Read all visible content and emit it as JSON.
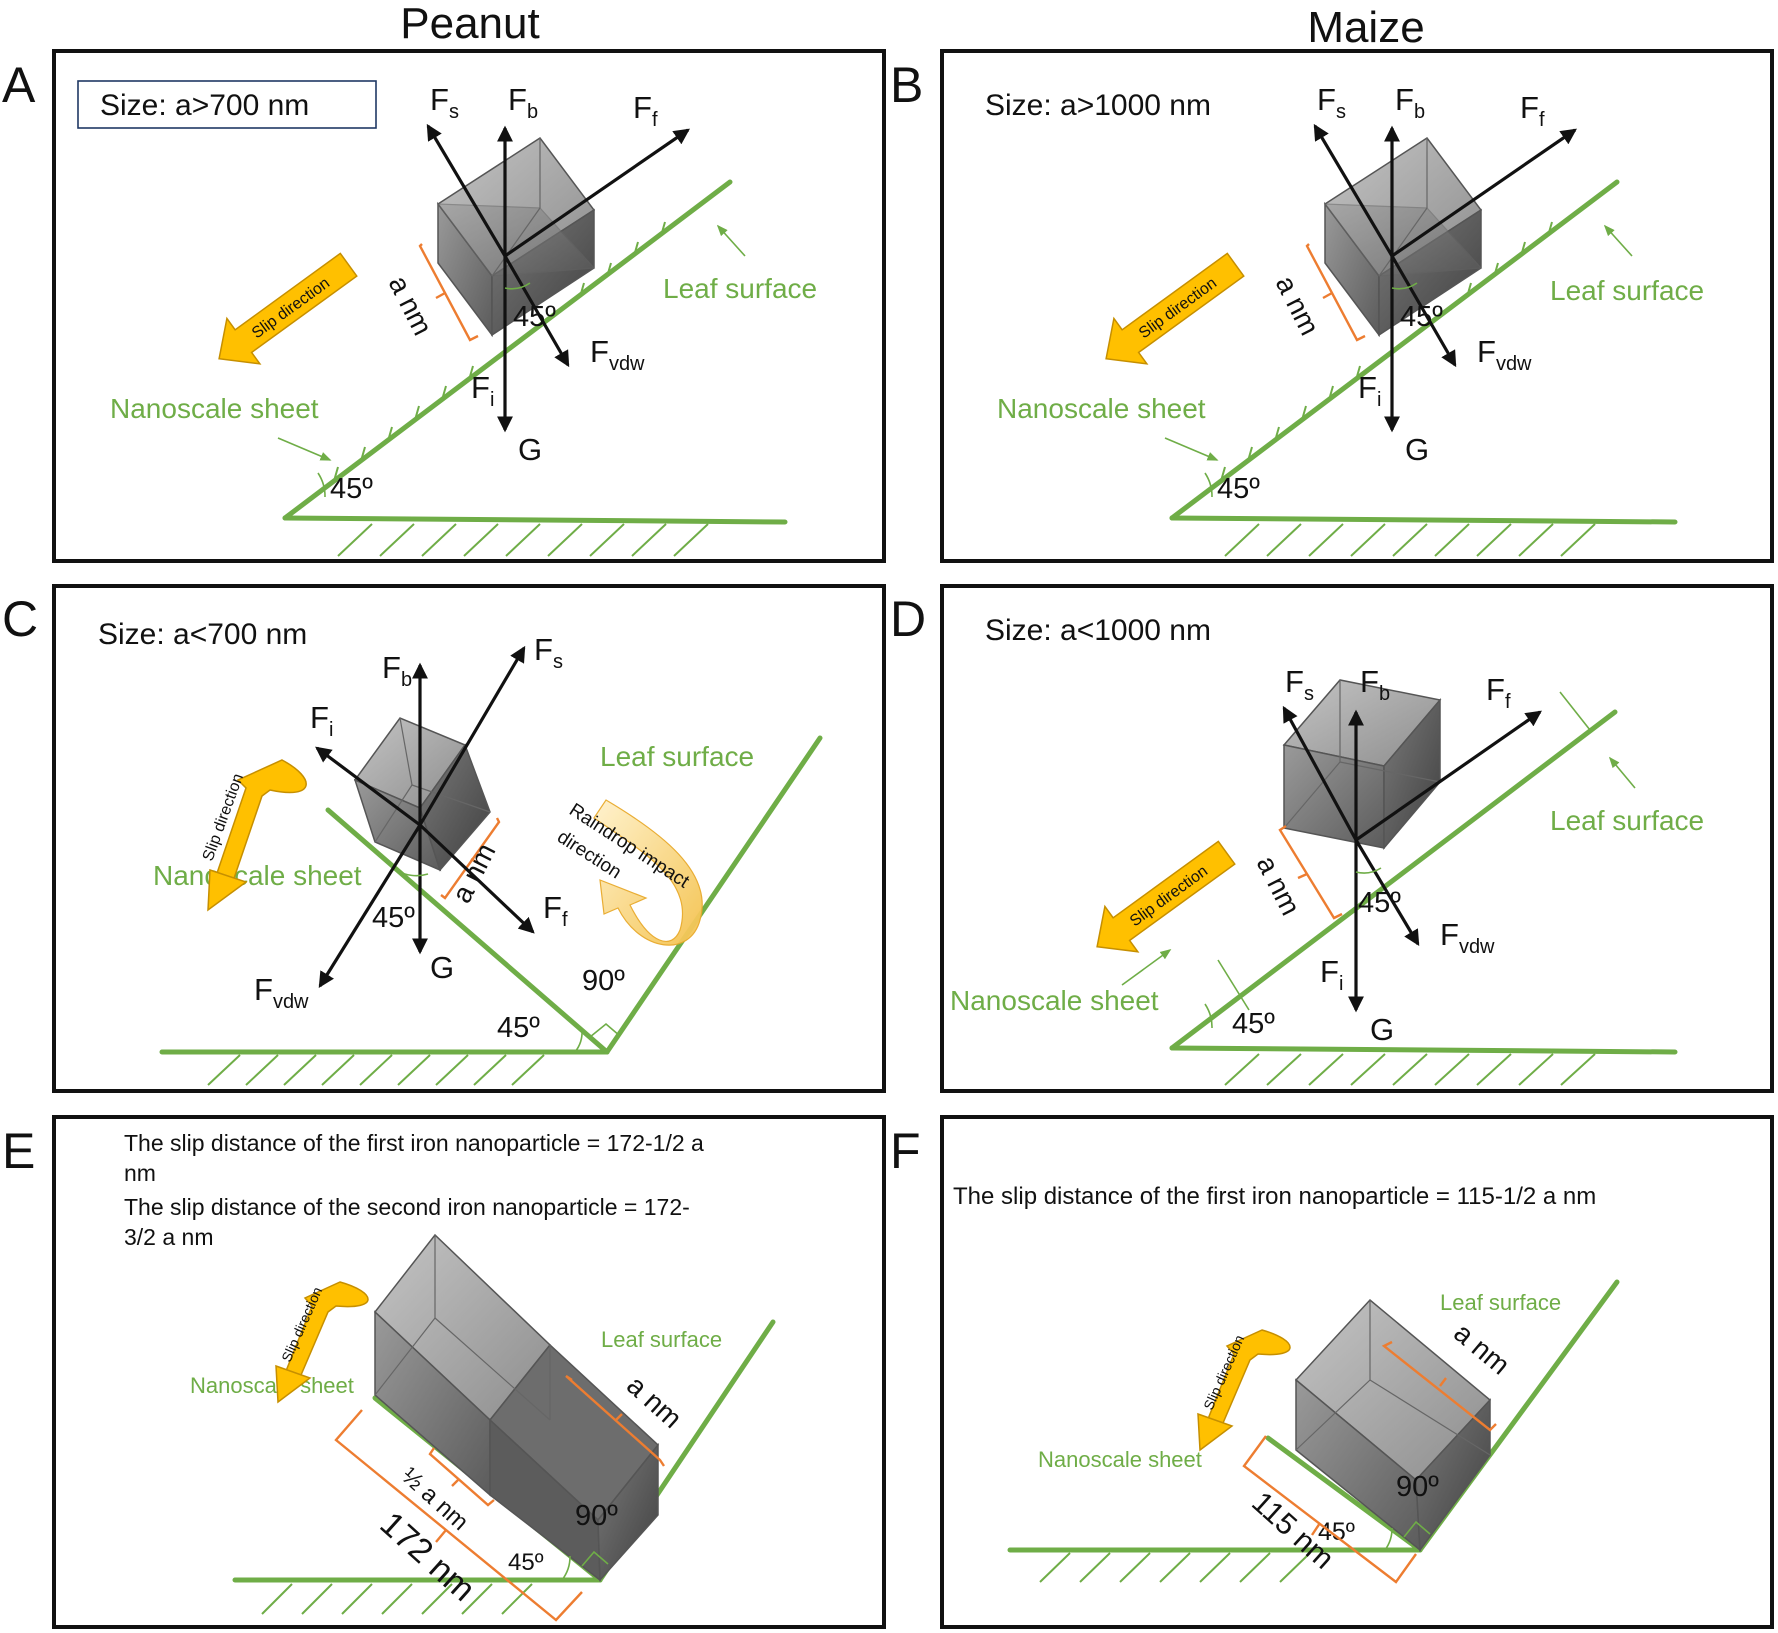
{
  "column_titles": {
    "left": "Peanut",
    "right": "Maize"
  },
  "panels": {
    "A": {
      "letter": "A",
      "size_label": "Size: a>700 nm",
      "forces": {
        "fs": "F",
        "fs_sub": "s",
        "fb": "F",
        "fb_sub": "b",
        "ff": "F",
        "ff_sub": "f",
        "fvdw": "F",
        "fvdw_sub": "vdw",
        "fi": "F",
        "fi_sub": "i",
        "g": "G"
      },
      "angle_top": "45º",
      "angle_bottom": "45º",
      "dimension": "a nm",
      "leaf_surface": "Leaf surface",
      "nanoscale_sheet": "Nanoscale sheet",
      "slip": "Slip direction"
    },
    "B": {
      "letter": "B",
      "size_label": "Size: a>1000 nm",
      "forces": {
        "fs": "F",
        "fs_sub": "s",
        "fb": "F",
        "fb_sub": "b",
        "ff": "F",
        "ff_sub": "f",
        "fvdw": "F",
        "fvdw_sub": "vdw",
        "fi": "F",
        "fi_sub": "i",
        "g": "G"
      },
      "angle_top": "45º",
      "angle_bottom": "45º",
      "dimension": "a nm",
      "leaf_surface": "Leaf surface",
      "nanoscale_sheet": "Nanoscale sheet",
      "slip": "Slip direction"
    },
    "C": {
      "letter": "C",
      "size_label": "Size: a<700 nm",
      "forces": {
        "fs": "F",
        "fs_sub": "s",
        "fb": "F",
        "fb_sub": "b",
        "ff": "F",
        "ff_sub": "f",
        "fvdw": "F",
        "fvdw_sub": "vdw",
        "fi": "F",
        "fi_sub": "i",
        "g": "G"
      },
      "angle_top": "45º",
      "angle_bottom": "45º",
      "angle_right": "90º",
      "dimension": "a nm",
      "leaf_surface": "Leaf surface",
      "nanoscale_sheet": "Nanoscale sheet",
      "slip": "Slip direction",
      "raindrop_1": "Raindrop impact",
      "raindrop_2": "direction"
    },
    "D": {
      "letter": "D",
      "size_label": "Size: a<1000 nm",
      "forces": {
        "fs": "F",
        "fs_sub": "s",
        "fb": "F",
        "fb_sub": "b",
        "ff": "F",
        "ff_sub": "f",
        "fvdw": "F",
        "fvdw_sub": "vdw",
        "fi": "F",
        "fi_sub": "i",
        "g": "G"
      },
      "angle_top": "45º",
      "angle_bottom": "45º",
      "dimension": "a nm",
      "leaf_surface": "Leaf surface",
      "nanoscale_sheet": "Nanoscale sheet",
      "slip": "Slip direction"
    },
    "E": {
      "letter": "E",
      "note_l1": "The slip distance of the first iron nanoparticle = 172-1/2 a",
      "note_l2": "nm",
      "note_l3": "The slip distance of the second iron nanoparticle = 172-",
      "note_l4": "3/2 a nm",
      "leaf_surface": "Leaf surface",
      "nanoscale_sheet": "Nanoscale sheet",
      "slip": "Slip direction",
      "dim_a": "a nm",
      "dim_half": "½ a nm",
      "dim_172": "172 nm",
      "angle_90": "90º",
      "angle_45": "45º"
    },
    "F": {
      "letter": "F",
      "note": "The slip distance of the first iron nanoparticle = 115-1/2 a nm",
      "leaf_surface": "Leaf surface",
      "nanoscale_sheet": "Nanoscale sheet",
      "slip": "Slip direction",
      "dim_a": "a nm",
      "dim_115": "115 nm",
      "angle_90": "90º",
      "angle_45": "45º"
    }
  },
  "colors": {
    "surface_green": "#6fad47",
    "bracket_orange": "#ed7d31",
    "arrow_yellow": "#ffc000",
    "cube_gray": "#7f7f7f"
  }
}
